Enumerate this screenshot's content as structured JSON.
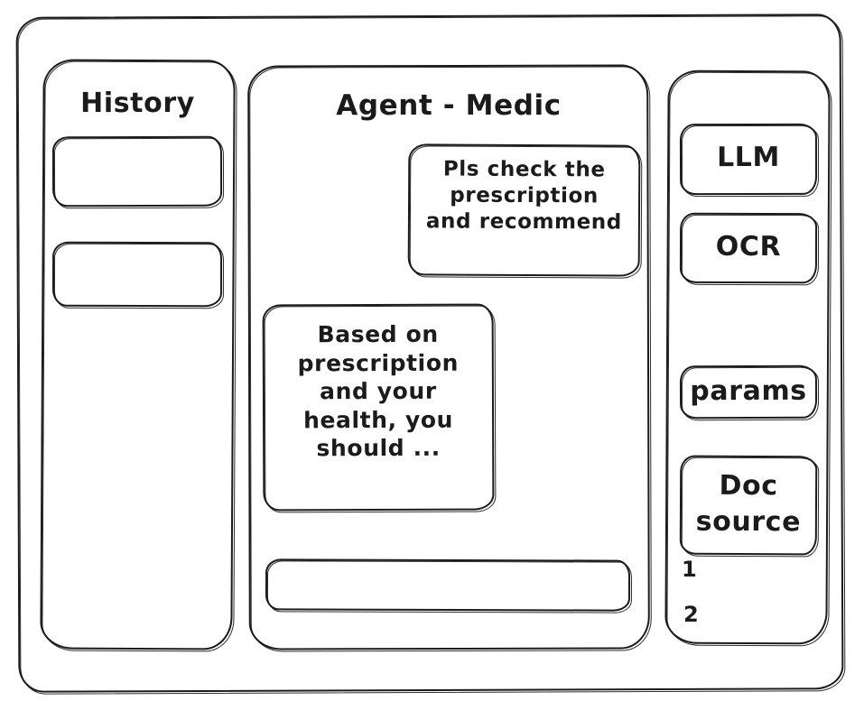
{
  "app": {
    "style": "hand-drawn wireframe",
    "stroke_color": "#1b1b1b",
    "background_color": "#ffffff"
  },
  "sidebar": {
    "title": "History",
    "items": [
      {
        "label": ""
      },
      {
        "label": ""
      }
    ]
  },
  "chat": {
    "title": "Agent - Medic",
    "messages": [
      {
        "role": "user",
        "text": "Pls check the\nprescription\nand recommend"
      },
      {
        "role": "agent",
        "text": "Based on\nprescription\nand your\nhealth, you\nshould ..."
      }
    ],
    "input": {
      "value": "",
      "placeholder": ""
    }
  },
  "tools": {
    "items": [
      {
        "label": "LLM"
      },
      {
        "label": "OCR"
      },
      {
        "label": "params"
      },
      {
        "label": "Doc\nsource"
      }
    ],
    "doc_references": [
      "1",
      "2"
    ]
  }
}
